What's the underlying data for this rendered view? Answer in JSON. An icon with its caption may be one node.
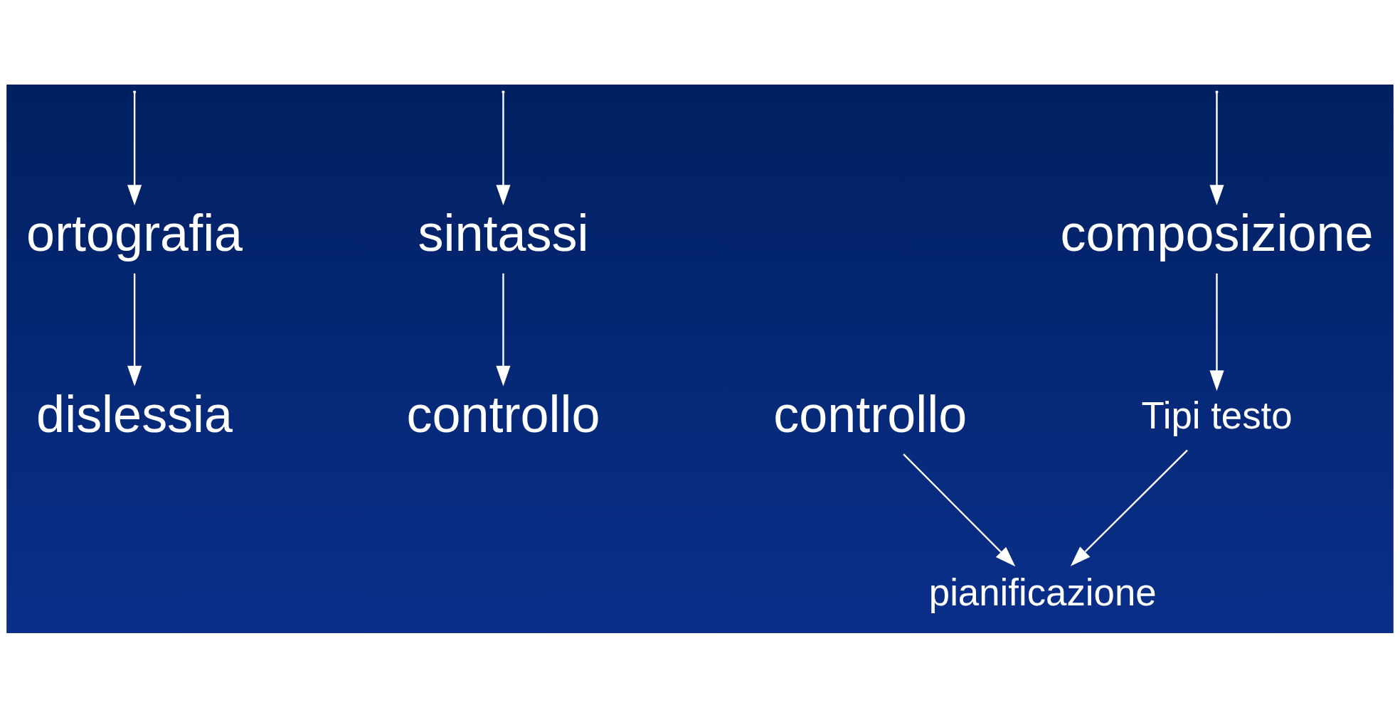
{
  "diagram": {
    "nodes": [
      {
        "text": [
          "ortografia"
        ]
      },
      {
        "text": [
          "sintassi"
        ]
      },
      {
        "text": [
          "composizione"
        ]
      },
      {
        "text": [
          "dislessia"
        ]
      },
      {
        "text": [
          "controllo"
        ]
      },
      {
        "text": [
          "Tipi testo"
        ]
      },
      {
        "text": [
          "pianificazione"
        ]
      },
      {
        "text": [
          "controllo"
        ]
      }
    ],
    "edges": [
      {
        "from": null,
        "to": 0,
        "arrow": "to"
      },
      {
        "from": null,
        "to": 1,
        "arrow": "to"
      },
      {
        "from": null,
        "to": 2,
        "arrow": "to"
      },
      {
        "from": 0,
        "to": 3,
        "arrow": "to"
      },
      {
        "from": 1,
        "to": 4,
        "arrow": "to"
      },
      {
        "from": 2,
        "to": 5,
        "arrow": "to"
      },
      {
        "from": 5,
        "to": 6,
        "arrow": "to"
      },
      {
        "from": 7,
        "to": 6,
        "arrow": "to"
      }
    ]
  }
}
